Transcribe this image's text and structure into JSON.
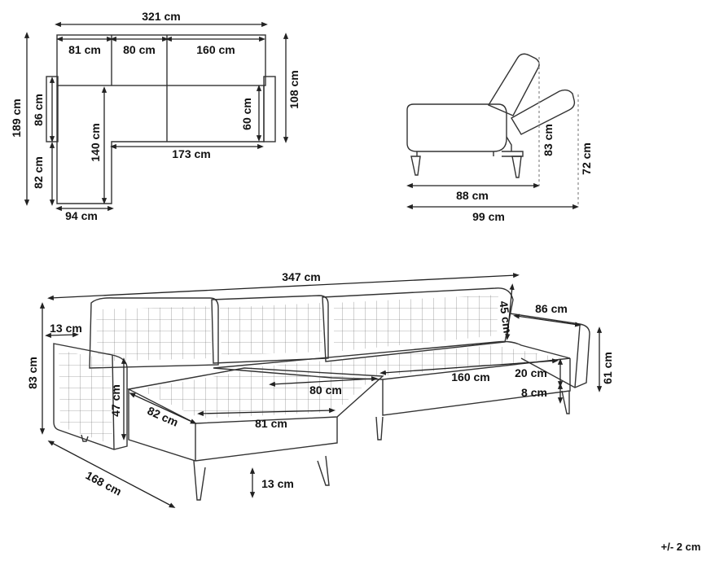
{
  "top_view": {
    "total_width": "321 cm",
    "section_1": "81 cm",
    "section_2": "80 cm",
    "section_3": "160 cm",
    "total_depth": "108 cm",
    "seat_depth": "60 cm",
    "chaise_seat_width": "173 cm",
    "chaise_seat_length": "140 cm",
    "chaise_total_length": "189 cm",
    "upper_depth": "86 cm",
    "chaise_extension": "82 cm",
    "chaise_width": "94 cm"
  },
  "side_view": {
    "back_height": "83 cm",
    "armrest_height": "72 cm",
    "seat_depth": "88 cm",
    "total_depth": "99 cm"
  },
  "perspective_view": {
    "total_width": "347 cm",
    "backrest_height": "45 cm",
    "arm_length": "86 cm",
    "arm_width": "13 cm",
    "total_height": "83 cm",
    "arm_height": "61 cm",
    "section_mid": "80 cm",
    "section_right": "160 cm",
    "cushion_height": "20 cm",
    "base_height": "8 cm",
    "chaise_width": "82 cm",
    "chaise_depth": "81 cm",
    "chaise_arm_height": "47 cm",
    "chaise_total_length": "168 cm",
    "leg_height": "13 cm"
  },
  "tolerance": "+/- 2 cm"
}
